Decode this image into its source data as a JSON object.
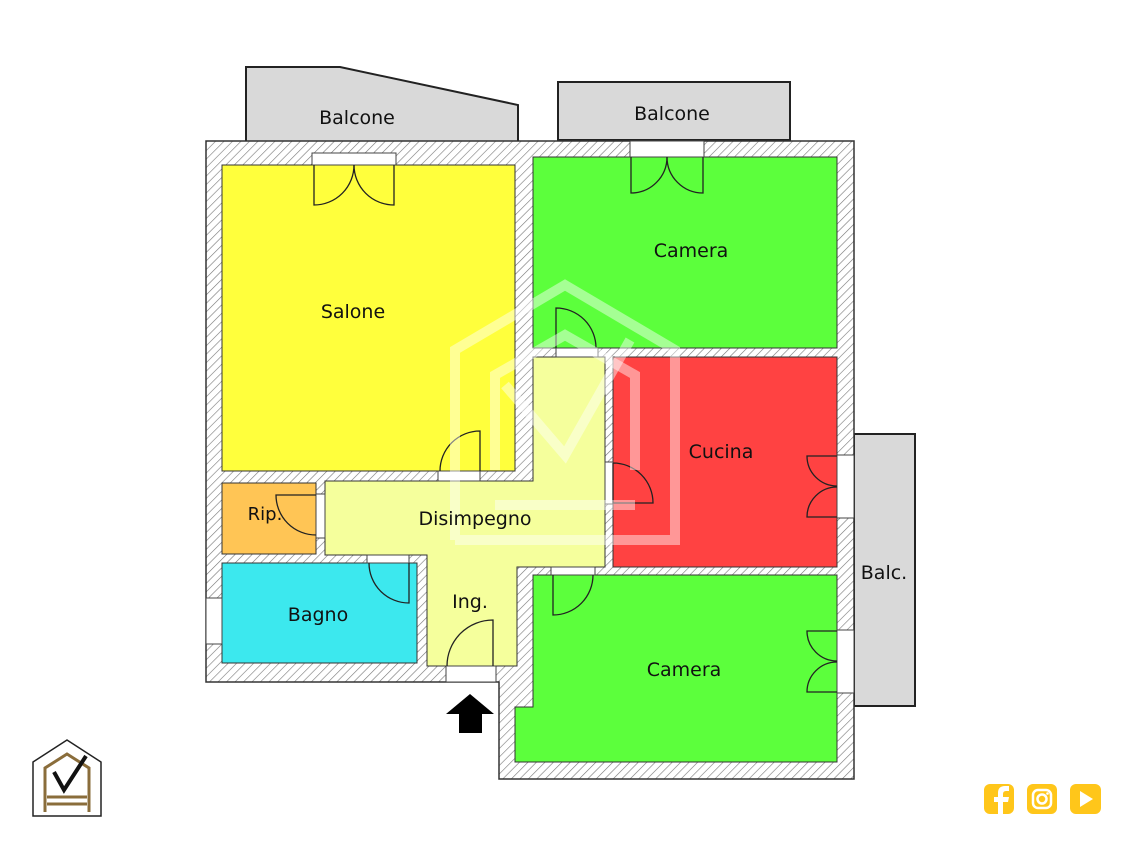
{
  "rooms": {
    "salone": "Salone",
    "camera_top": "Camera",
    "cucina": "Cucina",
    "disimpegno": "Disimpegno",
    "ripostiglio": "Rip.",
    "bagno": "Bagno",
    "ingresso": "Ing.",
    "camera_bottom": "Camera"
  },
  "balconies": {
    "balcone_left": "Balcone",
    "balcone_right": "Balcone",
    "balc_side": "Balc."
  },
  "colors": {
    "salone": "#ffff3c",
    "camera": "#5cff3c",
    "cucina": "#ff4242",
    "disimpegno": "#f5ff9c",
    "ripostiglio": "#ffc555",
    "bagno": "#3ce8ee",
    "balcony": "#d9d9d9",
    "social": "#ffc61a"
  },
  "icons": [
    "entrance-arrow-icon",
    "agency-logo-icon",
    "facebook-icon",
    "instagram-icon",
    "youtube-icon"
  ]
}
